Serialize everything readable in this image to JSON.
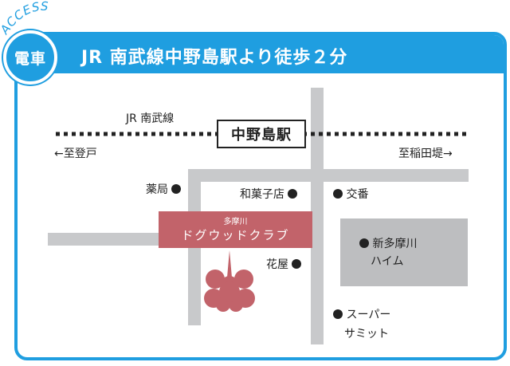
{
  "access": "ACCESS",
  "badge": "電車",
  "header": "JR 南武線中野島駅より徒歩２分",
  "map": {
    "line_name": "JR 南武線",
    "station": "中野島駅",
    "left_dir": "←至登戸",
    "right_dir": "至稲田堤→",
    "club_sub": "多摩川",
    "club_name": "ドグウッドクラブ",
    "landmarks": {
      "pharmacy": "薬局",
      "wagashi": "和菓子店",
      "koban": "交番",
      "florist": "花屋",
      "apartment_line1": "新多摩川",
      "apartment_line2": "ハイム",
      "super_line1": "スーパー",
      "super_line2": "サミット"
    }
  },
  "colors": {
    "accent": "#1f9ee0",
    "club": "#c2636a",
    "road": "#c8c9cb",
    "block": "#bdbec0"
  }
}
